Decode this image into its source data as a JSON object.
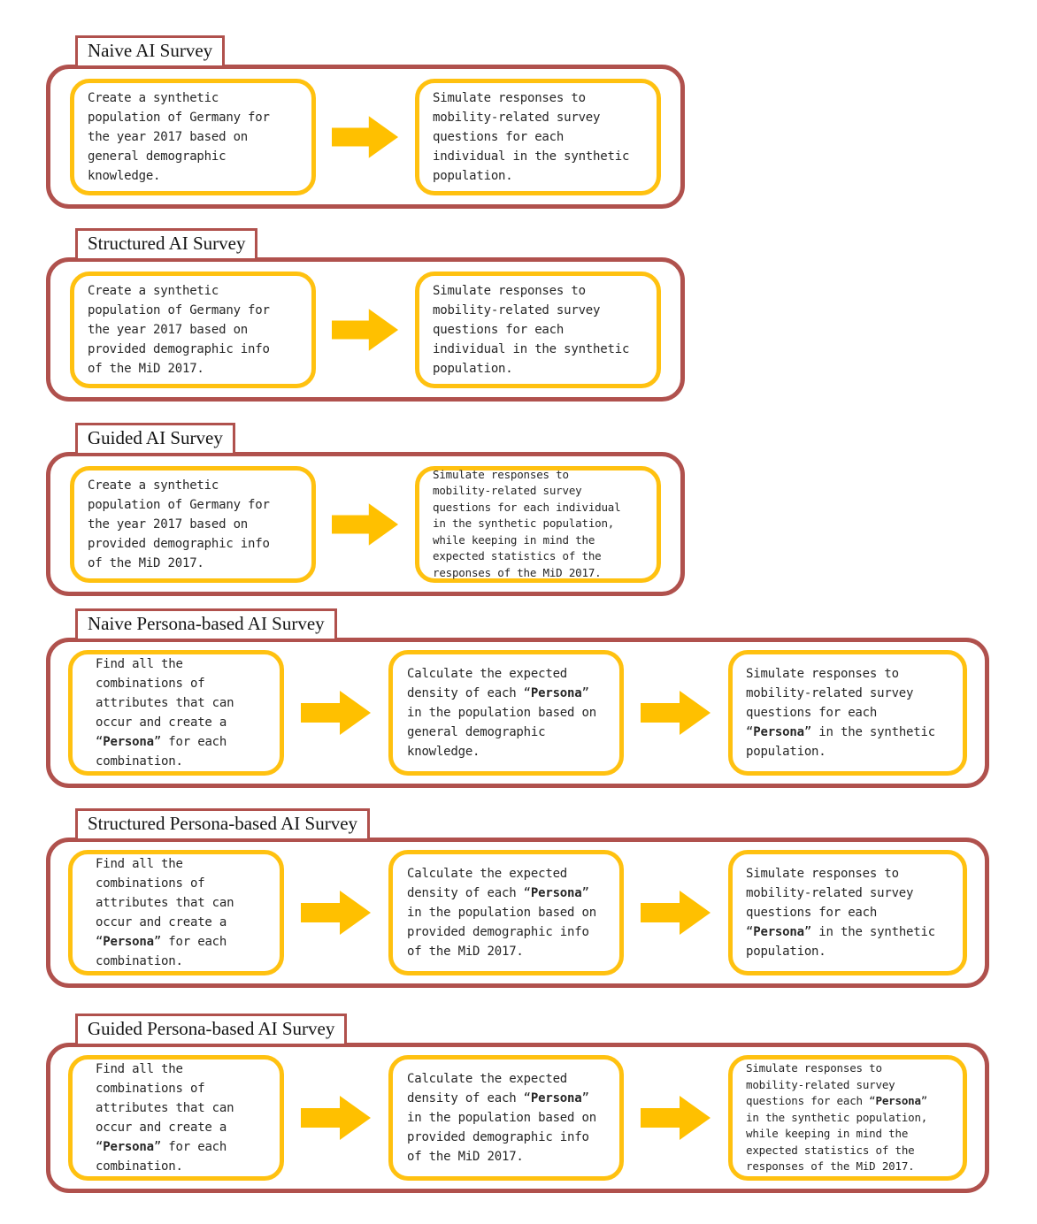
{
  "colors": {
    "outline_red": "#b0514d",
    "box_gold": "#ffc110",
    "arrow_gold": "#ffc000",
    "text": "#262626"
  },
  "icons": {
    "flow_arrow": "right-block-arrow"
  },
  "panels": [
    {
      "title": "Naive AI Survey",
      "steps": [
        {
          "text": "Create a synthetic\npopulation of Germany for\nthe year 2017 based on\ngeneral demographic\nknowledge."
        },
        {
          "text": "Simulate responses to\nmobility-related survey\nquestions for each\nindividual in the synthetic\npopulation."
        }
      ]
    },
    {
      "title": "Structured AI Survey",
      "steps": [
        {
          "text": "Create a synthetic\npopulation of Germany for\nthe year 2017 based on\nprovided demographic info\nof the MiD 2017."
        },
        {
          "text": "Simulate responses to\nmobility-related survey\nquestions for each\nindividual in the synthetic\npopulation."
        }
      ]
    },
    {
      "title": "Guided AI Survey",
      "steps": [
        {
          "text": "Create a synthetic\npopulation of Germany for\nthe year 2017 based on\nprovided demographic info\nof the MiD 2017."
        },
        {
          "text": "Simulate responses to\nmobility-related survey\nquestions for each individual\nin the synthetic population,\nwhile keeping in mind the\nexpected statistics of the\nresponses of the MiD 2017."
        }
      ]
    },
    {
      "title": "Naive Persona-based AI Survey",
      "steps": [
        {
          "text": "Find all the\ncombinations of\nattributes that can\noccur and create a\n“**Persona**” for each\ncombination."
        },
        {
          "text": "Calculate the expected\ndensity of each “**Persona**”\nin the population based on\ngeneral demographic\nknowledge."
        },
        {
          "text": "Simulate responses to\nmobility-related survey\nquestions for each\n“**Persona**” in the synthetic\npopulation."
        }
      ]
    },
    {
      "title": "Structured Persona-based AI Survey",
      "steps": [
        {
          "text": "Find all the\ncombinations of\nattributes that can\noccur and create a\n“**Persona**” for each\ncombination."
        },
        {
          "text": "Calculate the expected\ndensity of each “**Persona**”\nin the population based on\nprovided demographic info\nof the MiD 2017."
        },
        {
          "text": "Simulate responses to\nmobility-related survey\nquestions for each\n“**Persona**” in the synthetic\npopulation."
        }
      ]
    },
    {
      "title": "Guided Persona-based AI Survey",
      "steps": [
        {
          "text": "Find all the\ncombinations of\nattributes that can\noccur and create a\n“**Persona**” for each\ncombination."
        },
        {
          "text": "Calculate the expected\ndensity of each “**Persona**”\nin the population based on\nprovided demographic info\nof the MiD 2017."
        },
        {
          "text": "Simulate responses to\nmobility-related survey\nquestions for each “**Persona**”\nin the synthetic population,\nwhile keeping in mind the\nexpected statistics of the\nresponses of the MiD 2017."
        }
      ]
    }
  ]
}
